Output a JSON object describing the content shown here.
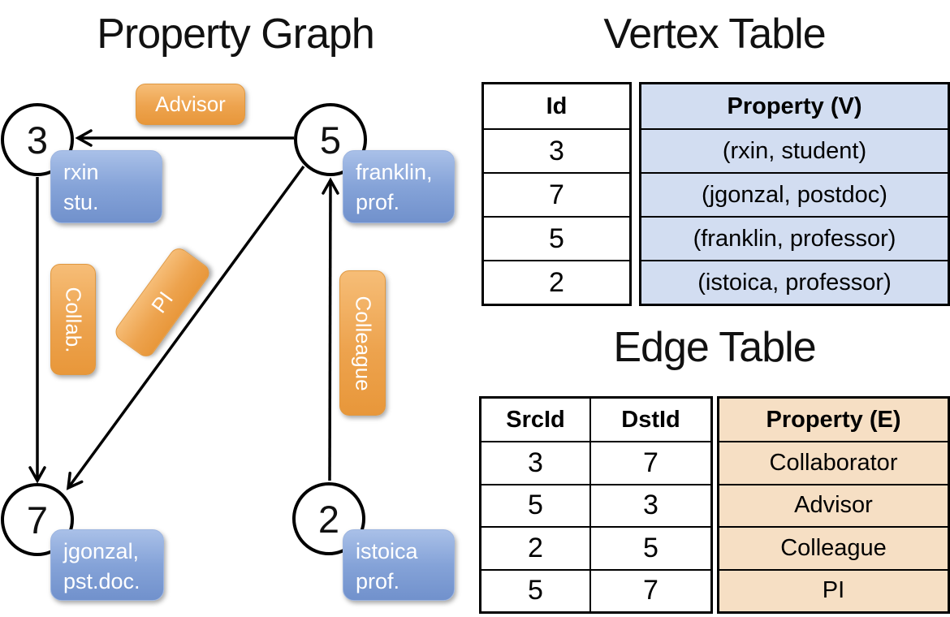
{
  "titles": {
    "property_graph": "Property Graph",
    "vertex_table": "Vertex Table",
    "edge_table": "Edge Table"
  },
  "graph": {
    "nodes": [
      {
        "id": "3",
        "property_lines": [
          "rxin",
          "stu."
        ]
      },
      {
        "id": "5",
        "property_lines": [
          "franklin,",
          "prof."
        ]
      },
      {
        "id": "7",
        "property_lines": [
          "jgonzal,",
          "pst.doc."
        ]
      },
      {
        "id": "2",
        "property_lines": [
          "istoica",
          "prof."
        ]
      }
    ],
    "edges": [
      {
        "label": "Advisor",
        "src": "5",
        "dst": "3"
      },
      {
        "label": "Collab.",
        "src": "3",
        "dst": "7"
      },
      {
        "label": "PI",
        "src": "5",
        "dst": "7"
      },
      {
        "label": "Colleague",
        "src": "2",
        "dst": "5"
      }
    ]
  },
  "vertex_table": {
    "headers": {
      "id": "Id",
      "property": "Property (V)"
    },
    "rows": [
      {
        "id": "3",
        "property": "(rxin, student)"
      },
      {
        "id": "7",
        "property": "(jgonzal, postdoc)"
      },
      {
        "id": "5",
        "property": "(franklin, professor)"
      },
      {
        "id": "2",
        "property": "(istoica, professor)"
      }
    ]
  },
  "edge_table": {
    "headers": {
      "src": "SrcId",
      "dst": "DstId",
      "property": "Property (E)"
    },
    "rows": [
      {
        "src": "3",
        "dst": "7",
        "property": "Collaborator"
      },
      {
        "src": "5",
        "dst": "3",
        "property": "Advisor"
      },
      {
        "src": "2",
        "dst": "5",
        "property": "Colleague"
      },
      {
        "src": "5",
        "dst": "7",
        "property": "PI"
      }
    ]
  },
  "colors": {
    "vertex_cell_blue": "#d2ddf1",
    "edge_cell_peach": "#f6dfc4",
    "node_label_blue": "#7191cc",
    "edge_label_orange": "#eda34e"
  }
}
